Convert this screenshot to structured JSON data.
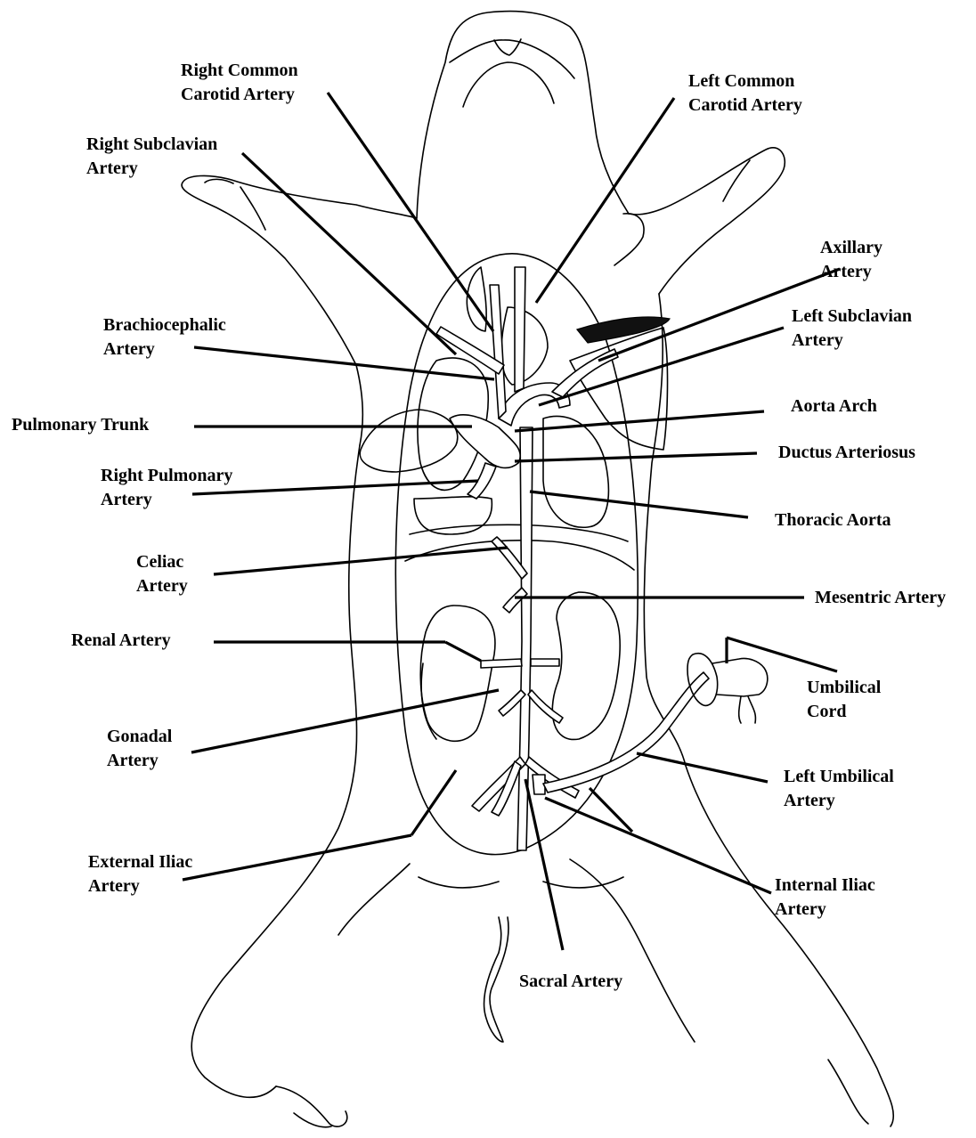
{
  "labels": {
    "right_common_carotid": [
      "Right Common",
      "Carotid Artery"
    ],
    "left_common_carotid": [
      "Left Common",
      "Carotid Artery"
    ],
    "right_subclavian": [
      "Right Subclavian",
      "Artery"
    ],
    "axillary": [
      "Axillary",
      "Artery"
    ],
    "brachiocephalic": [
      "Brachiocephalic",
      "Artery"
    ],
    "left_subclavian": [
      "Left Subclavian",
      "Artery"
    ],
    "pulmonary_trunk": [
      "Pulmonary Trunk"
    ],
    "aorta_arch": [
      "Aorta Arch"
    ],
    "ductus_arteriosus": [
      "Ductus Arteriosus"
    ],
    "right_pulmonary": [
      "Right Pulmonary",
      "Artery"
    ],
    "thoracic_aorta": [
      "Thoracic Aorta"
    ],
    "celiac": [
      "Celiac",
      "Artery"
    ],
    "mesentric": [
      "Mesentric Artery"
    ],
    "renal": [
      "Renal Artery"
    ],
    "umbilical_cord": [
      "Umbilical",
      "Cord"
    ],
    "gonadal": [
      "Gonadal",
      "Artery"
    ],
    "left_umbilical": [
      "Left Umbilical",
      "Artery"
    ],
    "external_iliac": [
      "External Iliac",
      "Artery"
    ],
    "internal_iliac": [
      "Internal Iliac",
      "Artery"
    ],
    "sacral": [
      "Sacral Artery"
    ]
  }
}
